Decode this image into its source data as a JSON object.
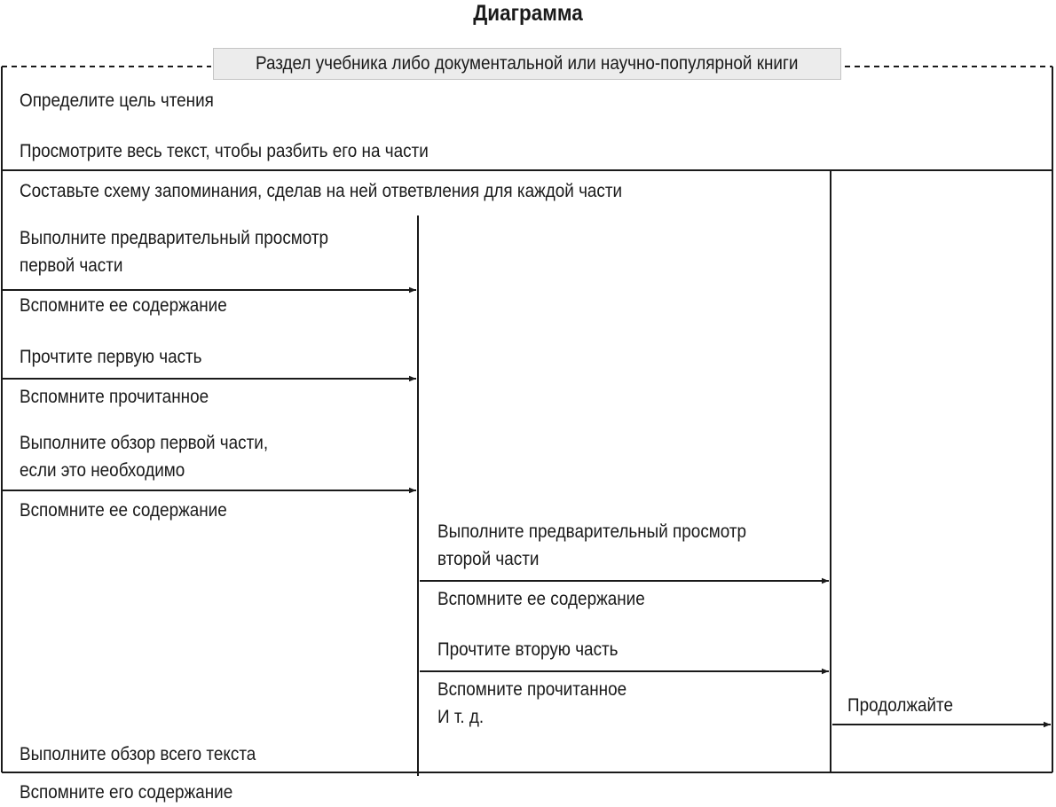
{
  "title": "Диаграмма",
  "header": "Раздел учебника либо документальной или научно-популярной книги",
  "colors": {
    "line": "#1a1a1a",
    "header_bg": "#ececec",
    "text": "#1a1a1a"
  },
  "steps": {
    "define_goal": "Определите цель чтения",
    "skim_text": "Просмотрите весь текст, чтобы разбить его на части",
    "make_scheme": "Составьте схему запоминания, сделав на ней ответвления для каждой части",
    "part1": {
      "preview_line1": "Выполните предварительный просмотр",
      "preview_line2": "первой части",
      "recall_content_1": "Вспомните ее содержание",
      "read": "Прочтите первую часть",
      "recall_read": "Вспомните прочитанное",
      "review_line1": "Выполните обзор первой части,",
      "review_line2": "если это необходимо",
      "recall_content_2": "Вспомните ее содержание"
    },
    "part2": {
      "preview_line1": "Выполните предварительный просмотр",
      "preview_line2": "второй части",
      "recall_content": "Вспомните ее содержание",
      "read": "Прочтите вторую часть",
      "recall_read": "Вспомните прочитанное",
      "etc": "И т. д."
    },
    "continue": "Продолжайте",
    "review_all": "Выполните обзор всего текста",
    "recall_all": "Вспомните его содержание"
  }
}
